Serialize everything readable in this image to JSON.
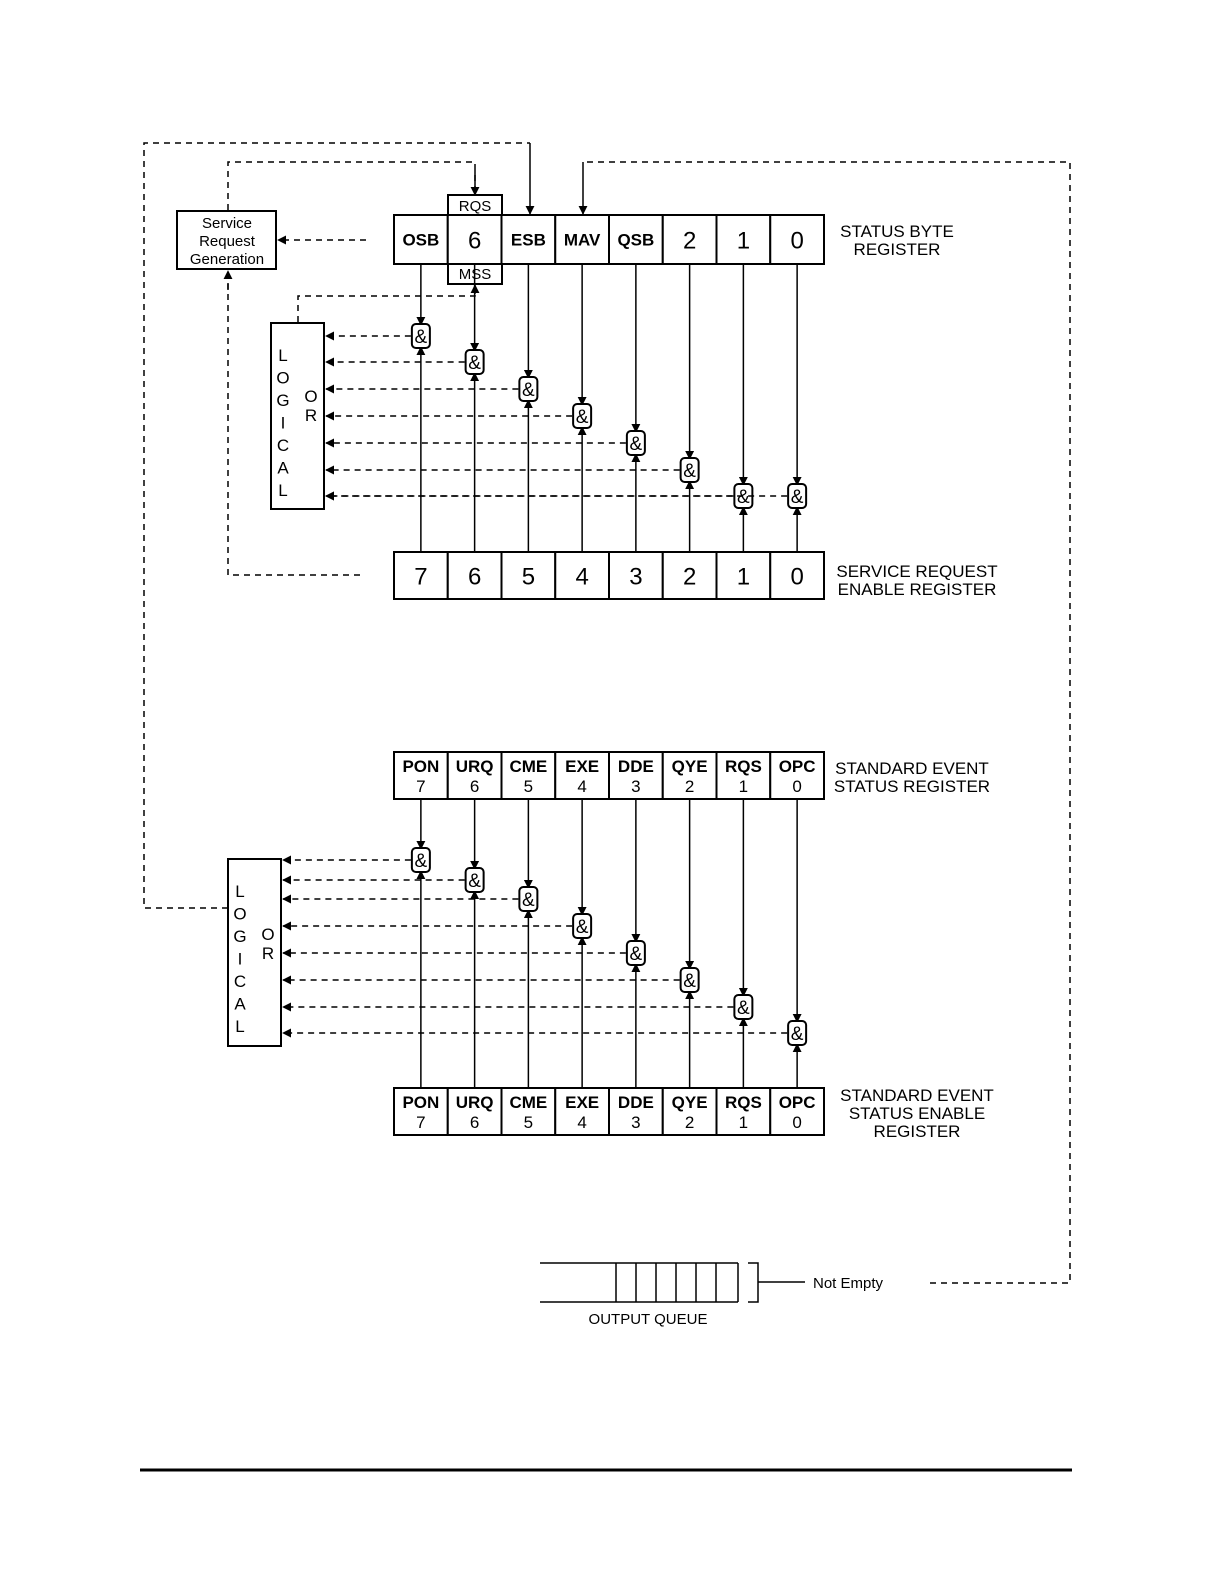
{
  "status_byte_register": {
    "label_lines": [
      "STATUS BYTE",
      "REGISTER"
    ],
    "bits": [
      "OSB",
      "6",
      "ESB",
      "MAV",
      "QSB",
      "2",
      "1",
      "0"
    ],
    "rqs_label": "RQS",
    "mss_label": "MSS"
  },
  "service_request_generation": {
    "lines": [
      "Service",
      "Request",
      "Generation"
    ]
  },
  "service_request_enable_register": {
    "label_lines": [
      "SERVICE REQUEST",
      "ENABLE REGISTER"
    ],
    "bits": [
      "7",
      "6",
      "5",
      "4",
      "3",
      "2",
      "1",
      "0"
    ]
  },
  "standard_event_status_register": {
    "label_lines": [
      "STANDARD EVENT",
      "STATUS REGISTER"
    ],
    "bits": [
      {
        "name": "PON",
        "num": "7"
      },
      {
        "name": "URQ",
        "num": "6"
      },
      {
        "name": "CME",
        "num": "5"
      },
      {
        "name": "EXE",
        "num": "4"
      },
      {
        "name": "DDE",
        "num": "3"
      },
      {
        "name": "QYE",
        "num": "2"
      },
      {
        "name": "RQS",
        "num": "1"
      },
      {
        "name": "OPC",
        "num": "0"
      }
    ]
  },
  "standard_event_status_enable_register": {
    "label_lines": [
      "STANDARD EVENT",
      "STATUS ENABLE",
      "REGISTER"
    ],
    "bits": [
      {
        "name": "PON",
        "num": "7"
      },
      {
        "name": "URQ",
        "num": "6"
      },
      {
        "name": "CME",
        "num": "5"
      },
      {
        "name": "EXE",
        "num": "4"
      },
      {
        "name": "DDE",
        "num": "3"
      },
      {
        "name": "QYE",
        "num": "2"
      },
      {
        "name": "RQS",
        "num": "1"
      },
      {
        "name": "OPC",
        "num": "0"
      }
    ]
  },
  "logical_or": {
    "letters_left": [
      "L",
      "O",
      "G",
      "I",
      "C",
      "A",
      "L"
    ],
    "letters_right": [
      "O",
      "R"
    ]
  },
  "and_gate_symbol": "&",
  "output_queue": {
    "label": "OUTPUT QUEUE",
    "not_empty_label": "Not Empty"
  }
}
